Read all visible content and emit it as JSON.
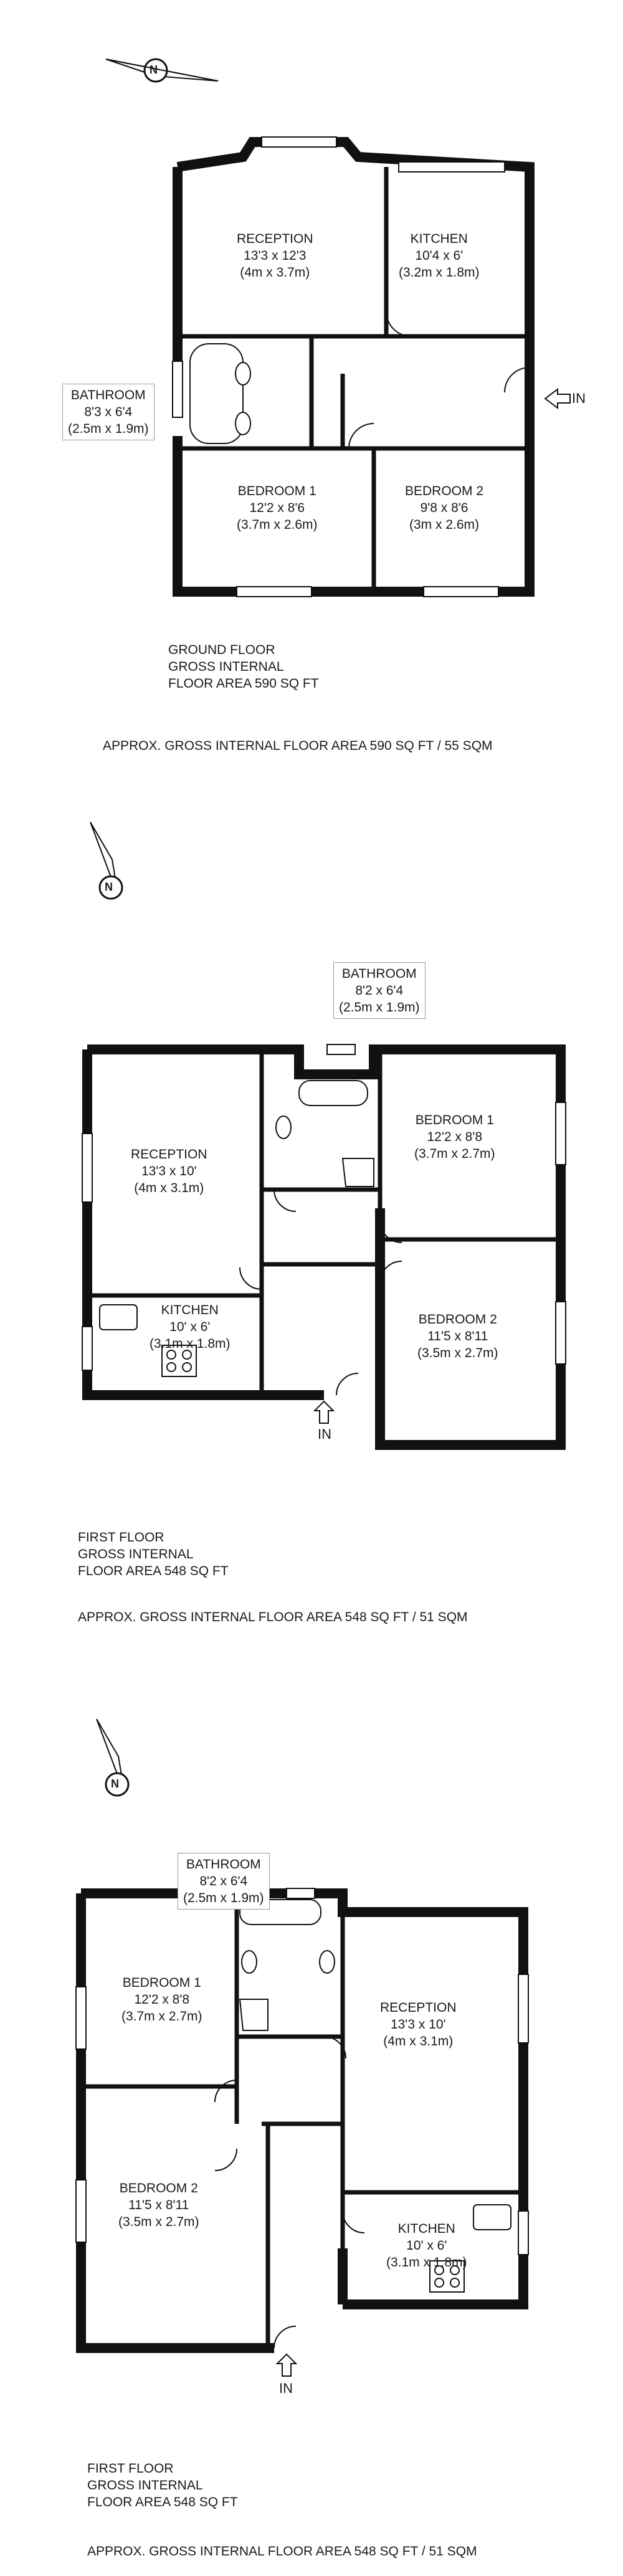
{
  "compass_letter": "N",
  "entrance_label": "IN",
  "ground": {
    "rooms": [
      {
        "name": "RECEPTION",
        "imperial": "13'3 x 12'3",
        "metric": "(4m x 3.7m)"
      },
      {
        "name": "KITCHEN",
        "imperial": "10'4 x 6'",
        "metric": "(3.2m x 1.8m)"
      },
      {
        "name": "BATHROOM",
        "imperial": "8'3 x 6'4",
        "metric": "(2.5m x 1.9m)"
      },
      {
        "name": "BEDROOM 1",
        "imperial": "12'2 x 8'6",
        "metric": "(3.7m x 2.6m)"
      },
      {
        "name": "BEDROOM 2",
        "imperial": "9'8 x 8'6",
        "metric": "(3m x 2.6m)"
      }
    ],
    "floor_note": [
      "GROUND FLOOR",
      "GROSS INTERNAL",
      "FLOOR AREA 590 SQ FT"
    ],
    "approx": "APPROX. GROSS INTERNAL FLOOR AREA 590 SQ FT / 55 SQM"
  },
  "first_a": {
    "rooms": [
      {
        "name": "BATHROOM",
        "imperial": "8'2 x 6'4",
        "metric": "(2.5m x 1.9m)"
      },
      {
        "name": "RECEPTION",
        "imperial": "13'3 x 10'",
        "metric": "(4m x 3.1m)"
      },
      {
        "name": "BEDROOM 1",
        "imperial": "12'2 x 8'8",
        "metric": "(3.7m x 2.7m)"
      },
      {
        "name": "KITCHEN",
        "imperial": "10' x 6'",
        "metric": "(3.1m x 1.8m)"
      },
      {
        "name": "BEDROOM 2",
        "imperial": "11'5 x 8'11",
        "metric": "(3.5m x 2.7m)"
      }
    ],
    "floor_note": [
      "FIRST FLOOR",
      "GROSS INTERNAL",
      "FLOOR AREA 548 SQ FT"
    ],
    "approx": "APPROX. GROSS INTERNAL FLOOR AREA 548 SQ FT / 51 SQM"
  },
  "first_b": {
    "rooms": [
      {
        "name": "BATHROOM",
        "imperial": "8'2 x 6'4",
        "metric": "(2.5m x 1.9m)"
      },
      {
        "name": "BEDROOM 1",
        "imperial": "12'2 x 8'8",
        "metric": "(3.7m x 2.7m)"
      },
      {
        "name": "RECEPTION",
        "imperial": "13'3 x 10'",
        "metric": "(4m x 3.1m)"
      },
      {
        "name": "KITCHEN",
        "imperial": "10' x 6'",
        "metric": "(3.1m x 1.8m)"
      },
      {
        "name": "BEDROOM 2",
        "imperial": "11'5 x 8'11",
        "metric": "(3.5m x 2.7m)"
      }
    ],
    "floor_note": [
      "FIRST FLOOR",
      "GROSS INTERNAL",
      "FLOOR AREA 548 SQ FT"
    ],
    "approx": "APPROX. GROSS INTERNAL FLOOR AREA 548 SQ FT / 51 SQM"
  }
}
